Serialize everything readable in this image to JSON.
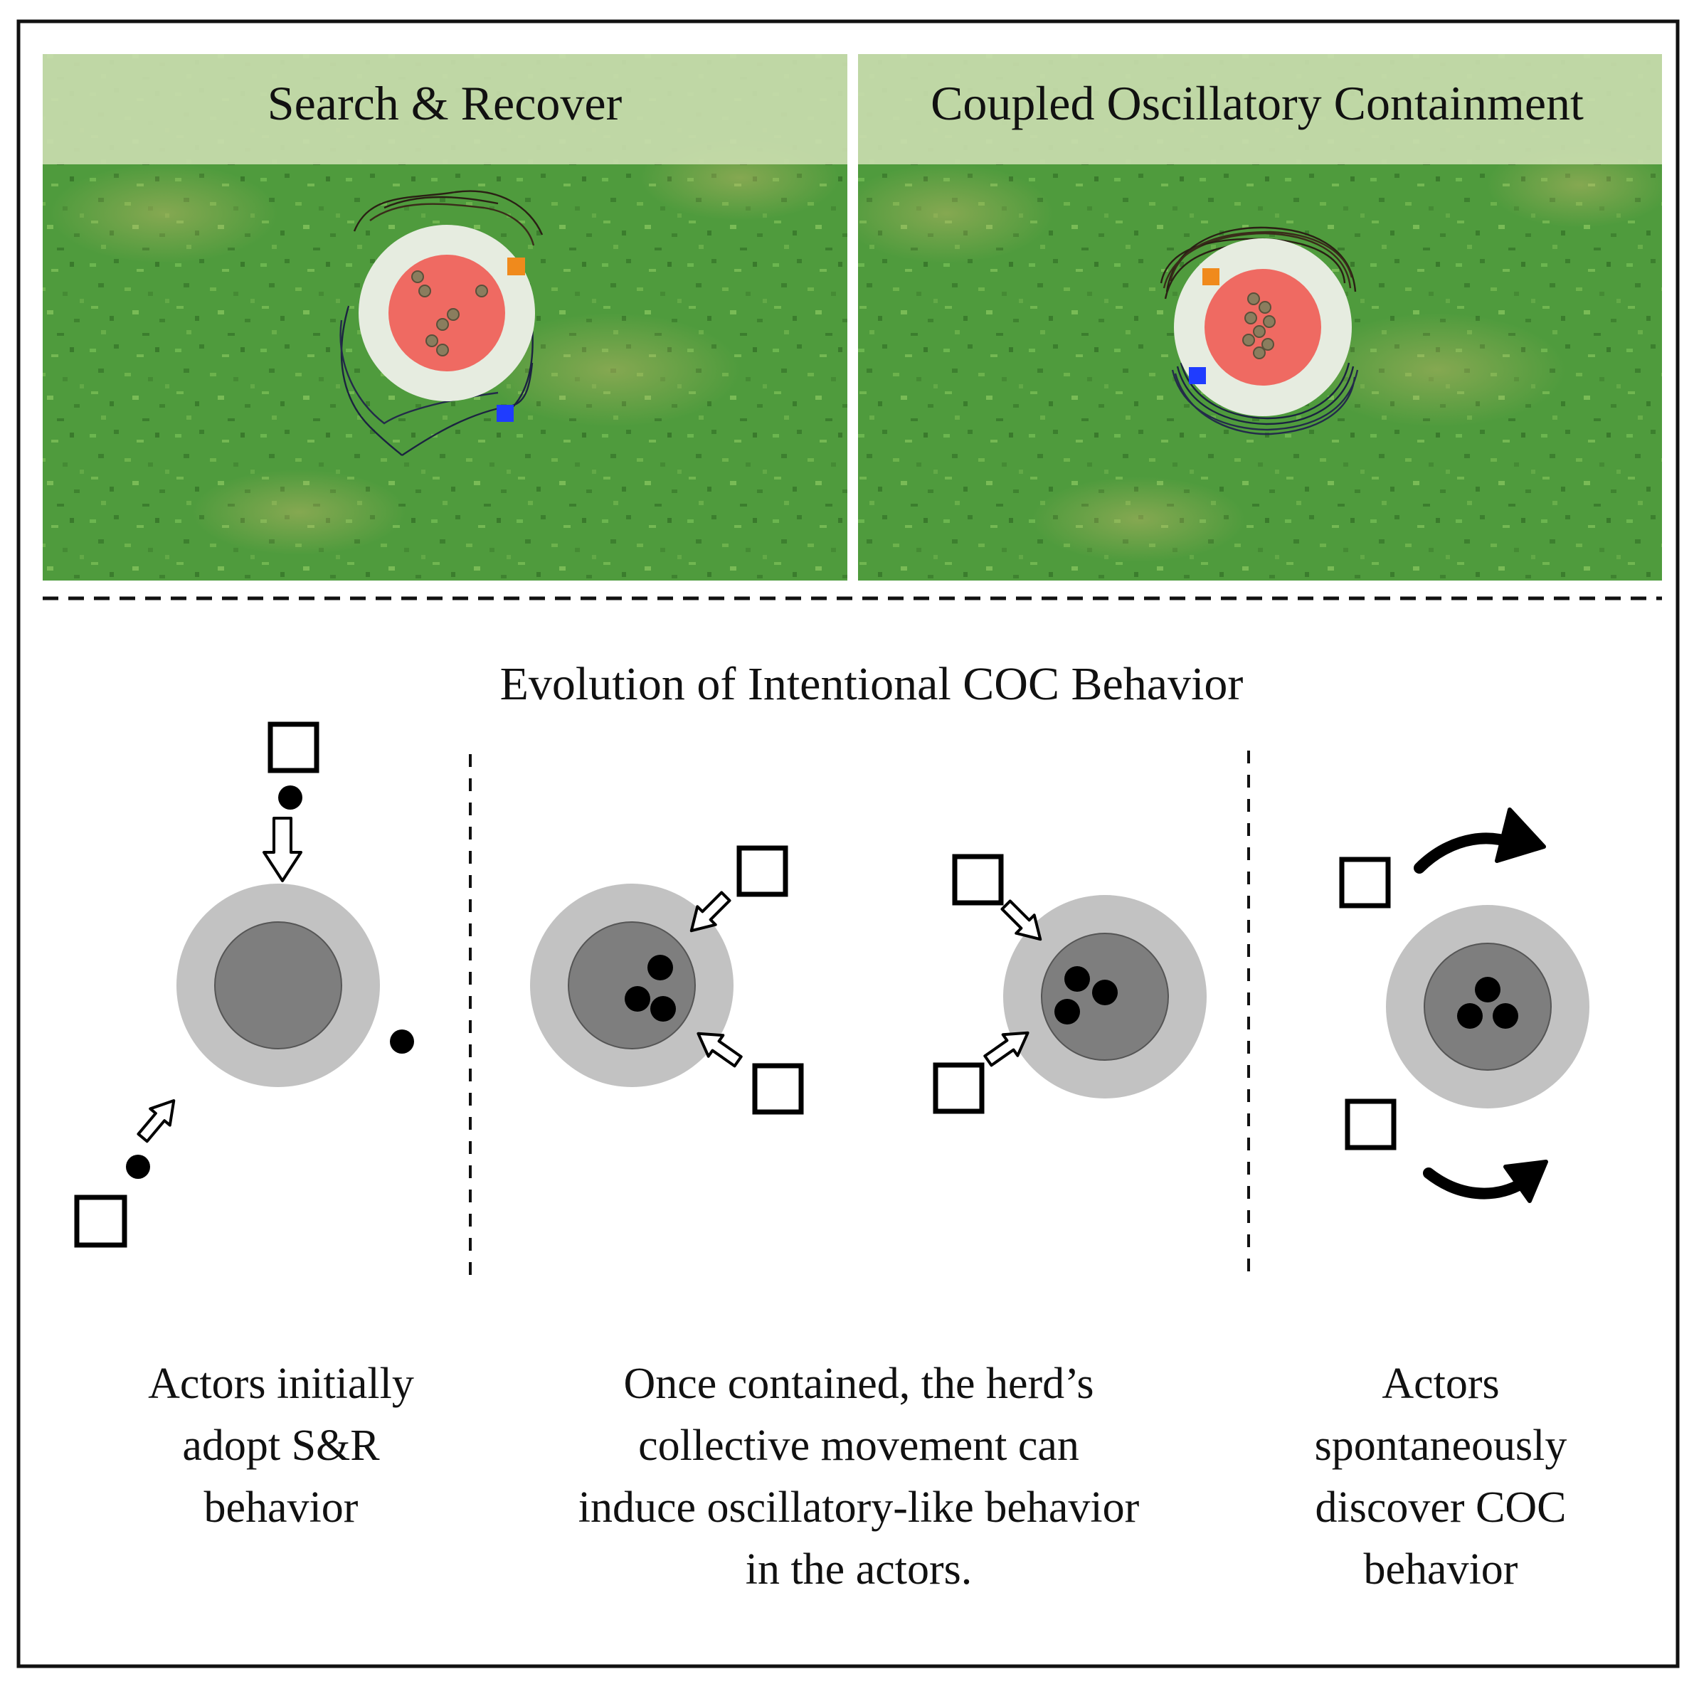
{
  "panels": {
    "left_title": "Search & Recover",
    "right_title": "Coupled Oscillatory Containment"
  },
  "section_title": "Evolution of Intentional COC Behavior",
  "captions": {
    "stage1": [
      "Actors initially",
      "adopt S&R",
      "behavior"
    ],
    "stage2": [
      "Once contained, the herd’s",
      "collective movement can",
      "induce oscillatory-like behavior",
      "in the actors."
    ],
    "stage3": [
      "Actors",
      "spontaneously",
      "discover COC",
      "behavior"
    ]
  },
  "colors": {
    "grass": "#4e9a3c",
    "title_band": "#c9dcae",
    "containment_ring": "#e6ece0",
    "target_zone": "#ef6a62",
    "herd_agent": "#8a7d5e",
    "actor_orange": "#f08a1c",
    "actor_blue": "#1f3cff",
    "schematic_ring": "#c2c2c2",
    "schematic_core": "#7e7e7e"
  }
}
